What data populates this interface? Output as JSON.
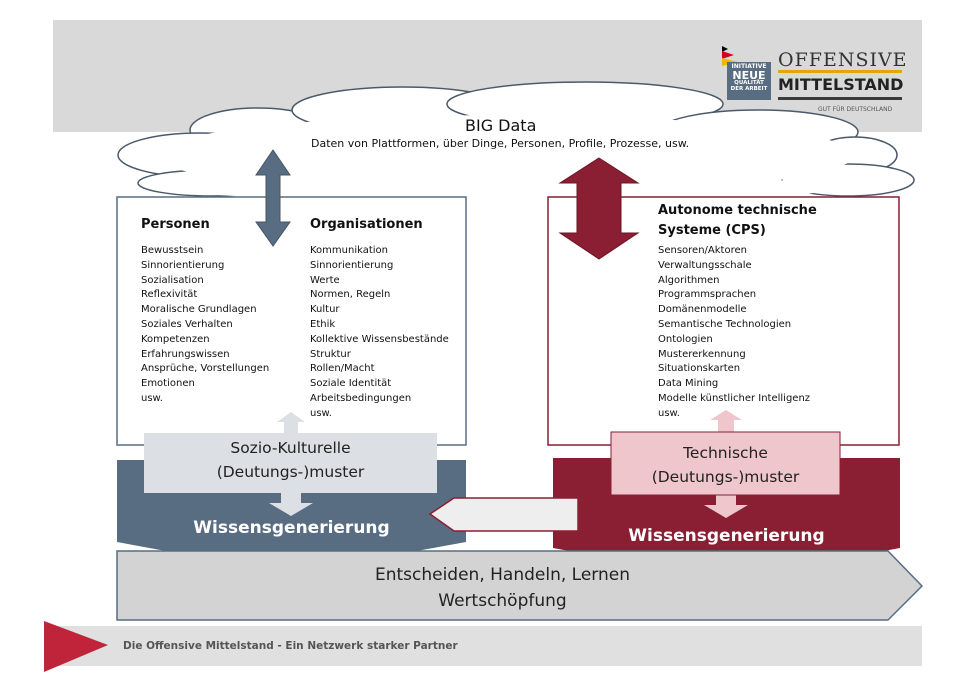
{
  "colors": {
    "header_gray": "#d9d9d9",
    "slate": "#596d82",
    "maroon": "#8a1e33",
    "pale_gray": "#dcdfe3",
    "pale_pink": "#efc6cc",
    "arrow_gray": "#d3d3d3",
    "footer_red": "#c0243b"
  },
  "logo": {
    "badge_lines": [
      "INITIATIVE",
      "NEUE",
      "QUALITÄT",
      "DER ARBEIT"
    ],
    "title_top": "OFFENSIVE",
    "title_bottom": "MITTELSTAND",
    "tagline": "GUT FÜR DEUTSCHLAND"
  },
  "cloud": {
    "title": "BIG Data",
    "subtitle": "Daten von Plattformen,  über Dinge, Personen, Profile, Prozesse, usw."
  },
  "personen": {
    "header": "Personen",
    "items": [
      "Bewusstsein",
      "Sinnorientierung",
      "Sozialisation",
      "Reflexivität",
      "Moralische Grundlagen",
      "Soziales Verhalten",
      "Kompetenzen",
      "Erfahrungswissen",
      "Ansprüche, Vorstellungen",
      "Emotionen",
      "usw."
    ]
  },
  "organisationen": {
    "header": "Organisationen",
    "items": [
      "Kommunikation",
      "Sinnorientierung",
      "Werte",
      "Normen, Regeln",
      "Kultur",
      "Ethik",
      "Kollektive Wissensbestände",
      "Struktur",
      "Rollen/Macht",
      "Soziale Identität",
      "Arbeitsbedingungen",
      "usw."
    ]
  },
  "systeme": {
    "header_line1": "Autonome technische",
    "header_line2": "Systeme (CPS)",
    "items": [
      "Sensoren/Aktoren",
      "Verwaltungsschale",
      "Algorithmen",
      "Programmsprachen",
      "Domänenmodelle",
      "Semantische Technologien",
      "Ontologien",
      "Mustererkennung",
      "Situationskarten",
      "Data Mining",
      "Modelle künstlicher Intelligenz",
      "usw."
    ]
  },
  "sozio_box": {
    "line1": "Sozio-Kulturelle",
    "line2": "(Deutungs-)muster"
  },
  "tech_box": {
    "line1": "Technische",
    "line2": "(Deutungs-)muster"
  },
  "wissen_left": "Wissensgenerierung",
  "wissen_right": "Wissensgenerierung",
  "bottom_arrow": {
    "line1": "Entscheiden, Handeln, Lernen",
    "line2": "Wertschöpfung"
  },
  "footer": "Die Offensive Mittelstand - Ein Netzwerk starker Partner"
}
